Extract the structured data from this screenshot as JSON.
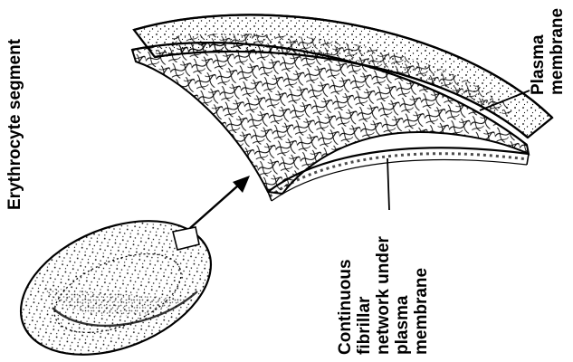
{
  "figure": {
    "title": "Erythrocyte segment",
    "labels": {
      "plasma_membrane": [
        "Plasma",
        "membrane"
      ],
      "network": [
        "Continuous",
        "fibrillar",
        "network under",
        "plasma",
        "membrane"
      ]
    }
  }
}
